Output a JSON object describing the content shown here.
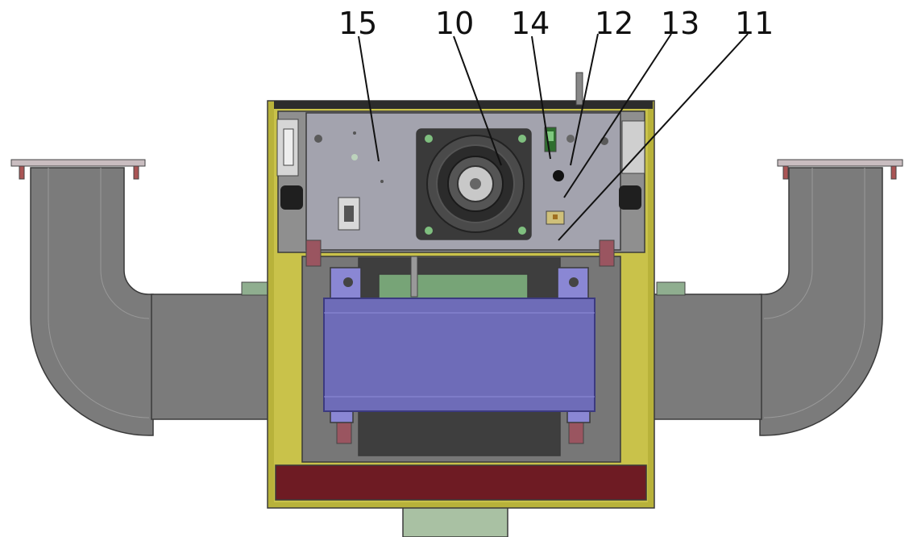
{
  "callouts": [
    {
      "id": "15",
      "label": "15"
    },
    {
      "id": "10",
      "label": "10"
    },
    {
      "id": "14",
      "label": "14"
    },
    {
      "id": "12",
      "label": "12"
    },
    {
      "id": "13",
      "label": "13"
    },
    {
      "id": "11",
      "label": "11"
    }
  ],
  "colors": {
    "pipe": "#7b7b7b",
    "pipe_shade": "#5f5f5f",
    "housing_yellow": "#b8b23a",
    "panel_gray": "#9a9aa6",
    "fan_dark": "#3c3c3c",
    "filter_blue": "#6e6cb8",
    "base_red": "#6e1b23",
    "stem_green": "#a9c1a3",
    "board_green": "#77a477"
  }
}
